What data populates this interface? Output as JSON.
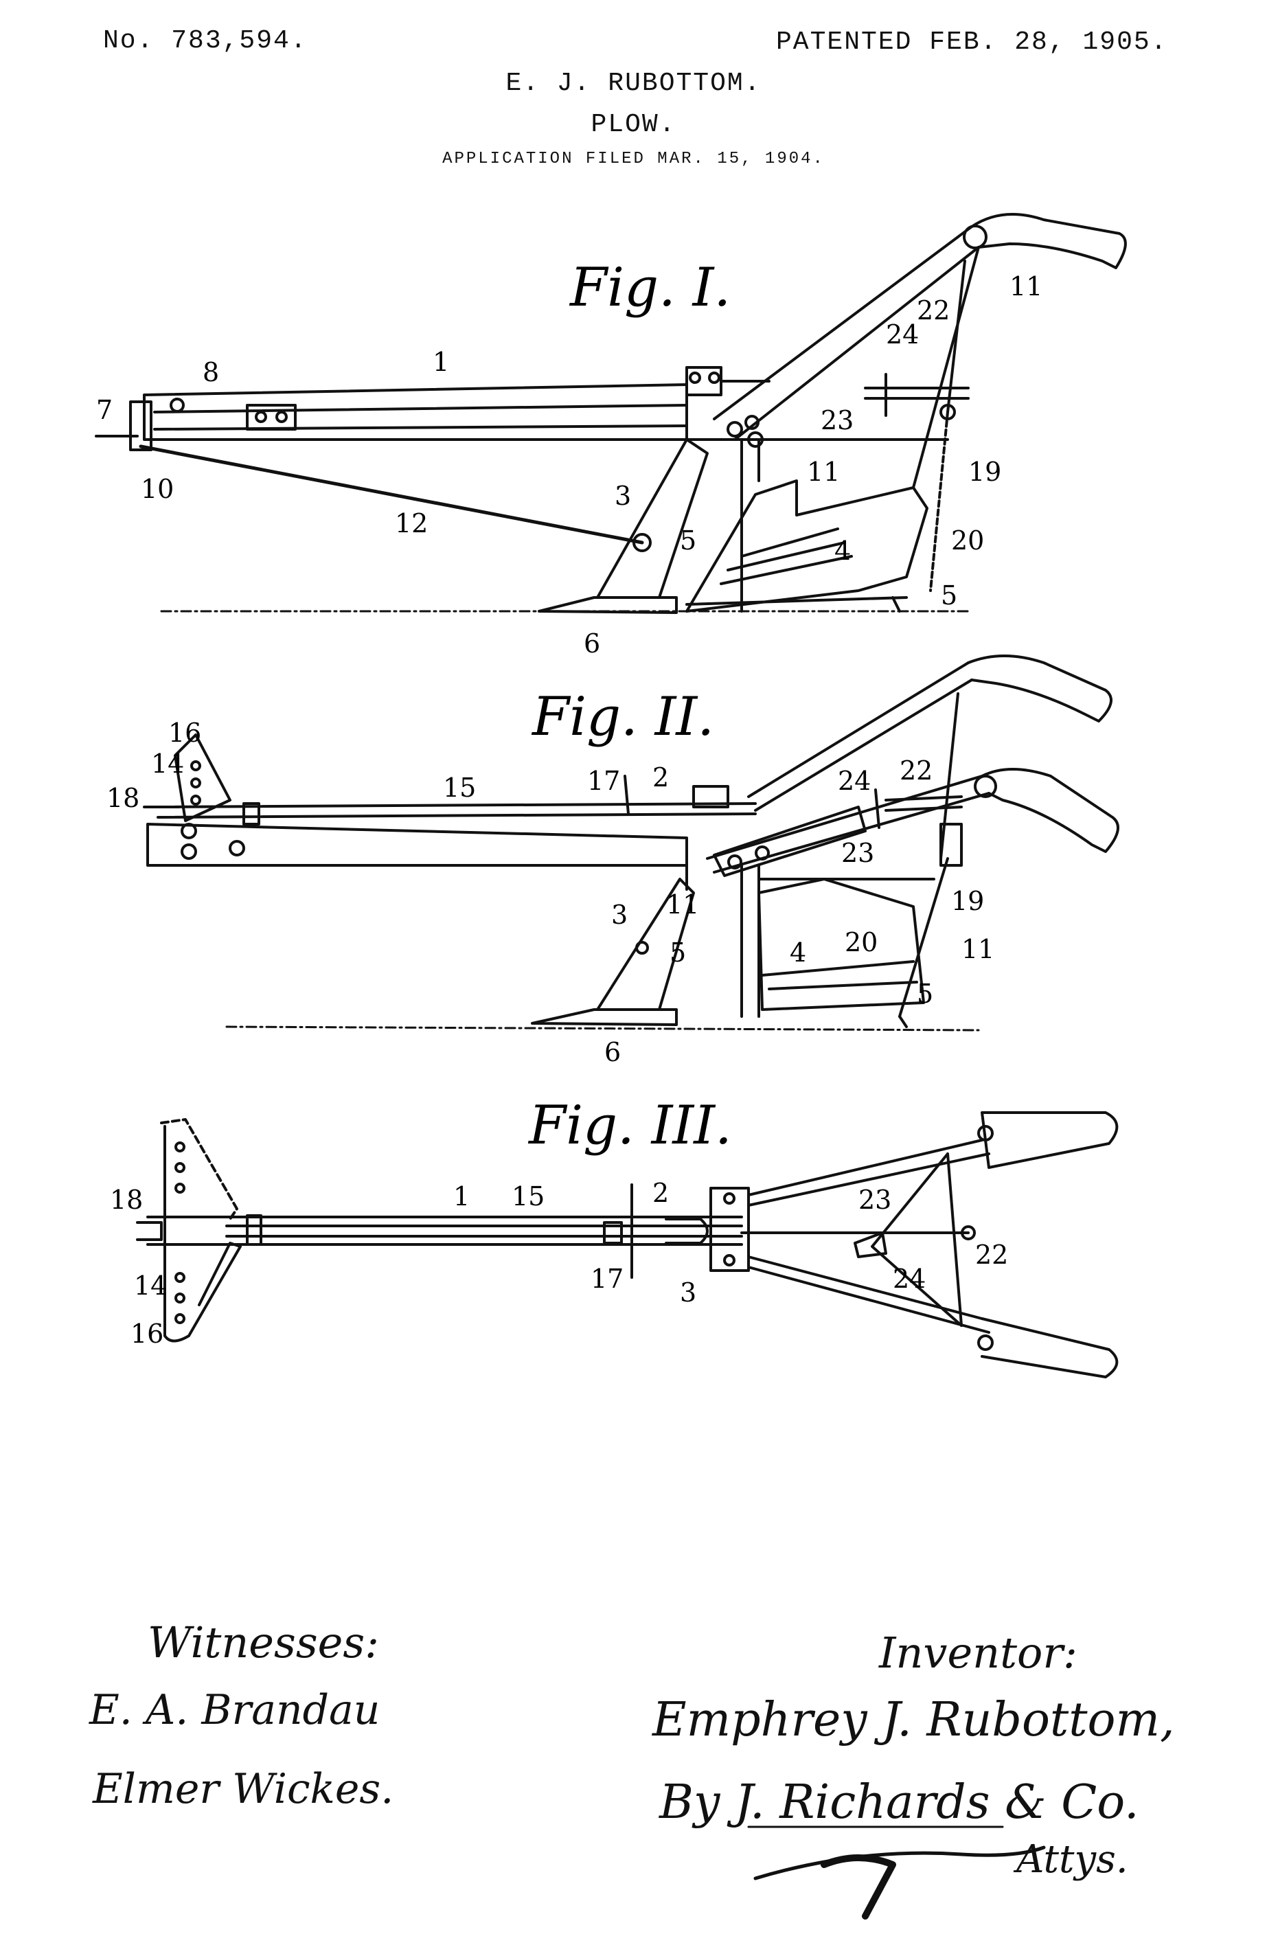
{
  "header": {
    "patent_number": "No. 783,594.",
    "patent_date": "PATENTED FEB. 28, 1905.",
    "inventor_name": "E. J. RUBOTTOM.",
    "title": "PLOW.",
    "application_filed": "APPLICATION FILED MAR. 15, 1904."
  },
  "figures": [
    {
      "title": "Fig. I.",
      "labels": [
        "1",
        "7",
        "8",
        "10",
        "12",
        "3",
        "5",
        "6",
        "4",
        "11",
        "23",
        "24",
        "22",
        "11",
        "19",
        "20",
        "5"
      ]
    },
    {
      "title": "Fig. II.",
      "labels": [
        "16",
        "14",
        "18",
        "15",
        "17",
        "2",
        "24",
        "22",
        "23",
        "19",
        "3",
        "11",
        "5",
        "4",
        "20",
        "11",
        "5",
        "6"
      ]
    },
    {
      "title": "Fig. III.",
      "labels": [
        "18",
        "1",
        "15",
        "2",
        "23",
        "22",
        "14",
        "16",
        "17",
        "3",
        "24"
      ]
    }
  ],
  "signatures": {
    "witnesses_heading": "Witnesses:",
    "witness_1": "E. A. Brandau",
    "witness_2": "Elmer Wickes.",
    "inventor_heading": "Inventor:",
    "inventor_signature": "Emphrey J. Rubottom,",
    "attorney_signature": "By J. Richards & Co.",
    "attorney_suffix": "Attys."
  }
}
